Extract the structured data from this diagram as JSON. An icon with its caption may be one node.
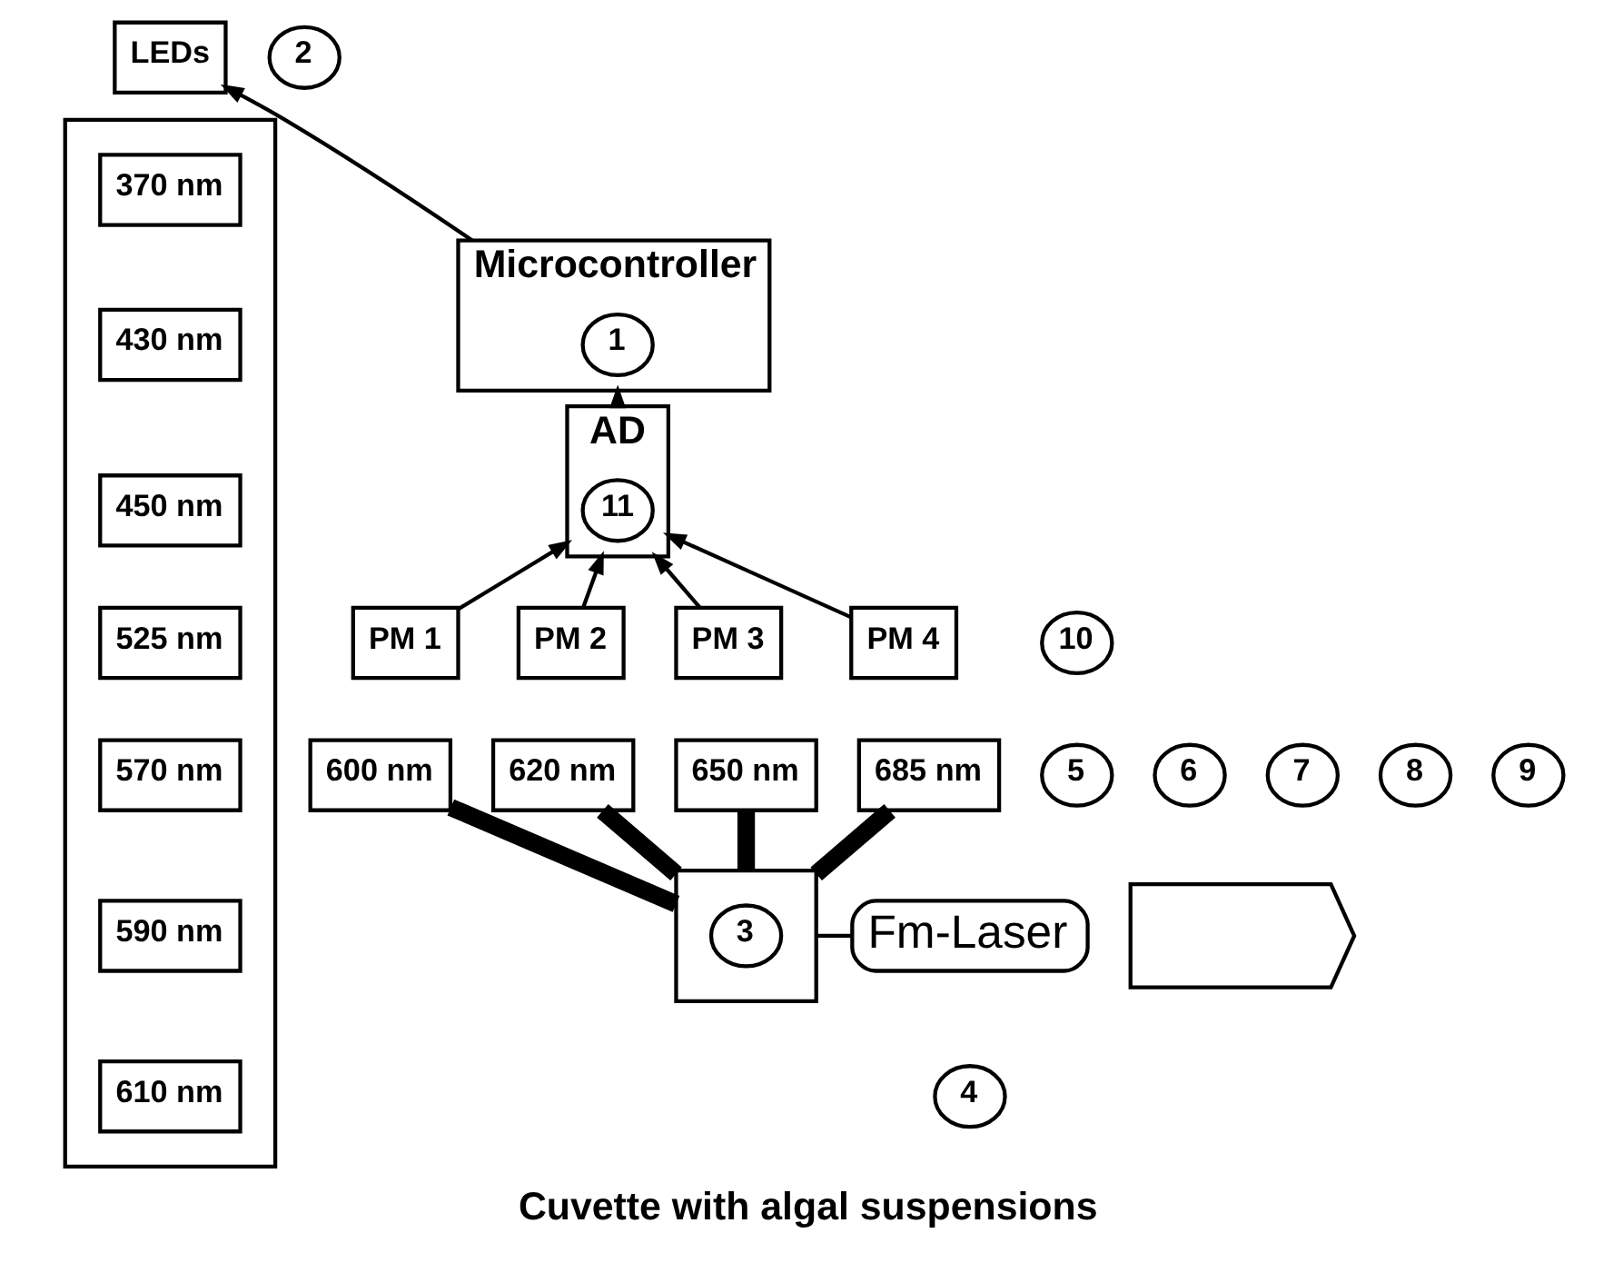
{
  "diagram": {
    "caption": "Cuvette with algal suspensions",
    "nodes": [
      {
        "text": [
          "Microcontroller"
        ]
      },
      {
        "text": [
          "1"
        ],
        "in": 0
      },
      {
        "text": [
          "AD"
        ]
      },
      {
        "text": [
          "11"
        ],
        "in": 2
      },
      {
        "text": [
          "PM 1"
        ]
      },
      {
        "text": [
          "PM 2"
        ]
      },
      {
        "text": [
          "PM 3"
        ]
      },
      {
        "text": [
          "PM 4"
        ]
      },
      {
        "text": [
          "10"
        ]
      },
      {
        "text": [
          "6"
        ]
      },
      {
        "text": [
          "600 nm"
        ]
      },
      {
        "text": [
          "7"
        ]
      },
      {
        "text": [
          "620 nm"
        ]
      },
      {
        "text": [
          "8"
        ]
      },
      {
        "text": [
          "650 nm"
        ]
      },
      {
        "text": [
          "9"
        ]
      },
      {
        "text": [
          "685 nm"
        ]
      },
      {
        "text": [
          "5"
        ]
      },
      {
        "text": [
          "LEDs"
        ]
      },
      {
        "text": [
          "2"
        ]
      },
      {
        "text": [],
        "shape": "box"
      },
      {
        "text": [
          "370 nm"
        ],
        "in": 20
      },
      {
        "text": [
          "430 nm"
        ],
        "in": 20
      },
      {
        "text": [
          "450 nm"
        ],
        "in": 20
      },
      {
        "text": [
          "525 nm"
        ],
        "in": 20
      },
      {
        "text": [
          "570 nm"
        ],
        "in": 20
      },
      {
        "text": [
          "590 nm"
        ],
        "in": 20
      },
      {
        "text": [
          "610 nm"
        ],
        "in": 20
      },
      {
        "text": [],
        "shape": "box"
      },
      {
        "text": [
          "3"
        ],
        "in": 28
      },
      {
        "text": [
          "Fm-Laser"
        ]
      },
      {
        "text": [
          "4"
        ]
      },
      {
        "text": [],
        "shape": "pentagon"
      }
    ],
    "edges": [
      {
        "from": 0,
        "to": 18,
        "arrow": "to"
      },
      {
        "from": 2,
        "to": 0,
        "arrow": "to"
      },
      {
        "from": 4,
        "to": 2,
        "arrow": "to"
      },
      {
        "from": 5,
        "to": 2,
        "arrow": "to"
      },
      {
        "from": 6,
        "to": 2,
        "arrow": "to"
      },
      {
        "from": 7,
        "to": 2,
        "arrow": "to"
      },
      {
        "from": 28,
        "to": 10,
        "arrow": "none",
        "style": "thick"
      },
      {
        "from": 28,
        "to": 12,
        "arrow": "none",
        "style": "thick"
      },
      {
        "from": 28,
        "to": 14,
        "arrow": "none",
        "style": "thick"
      },
      {
        "from": 28,
        "to": 16,
        "arrow": "none",
        "style": "thick"
      },
      {
        "from": 30,
        "to": 28,
        "arrow": "none"
      }
    ]
  }
}
